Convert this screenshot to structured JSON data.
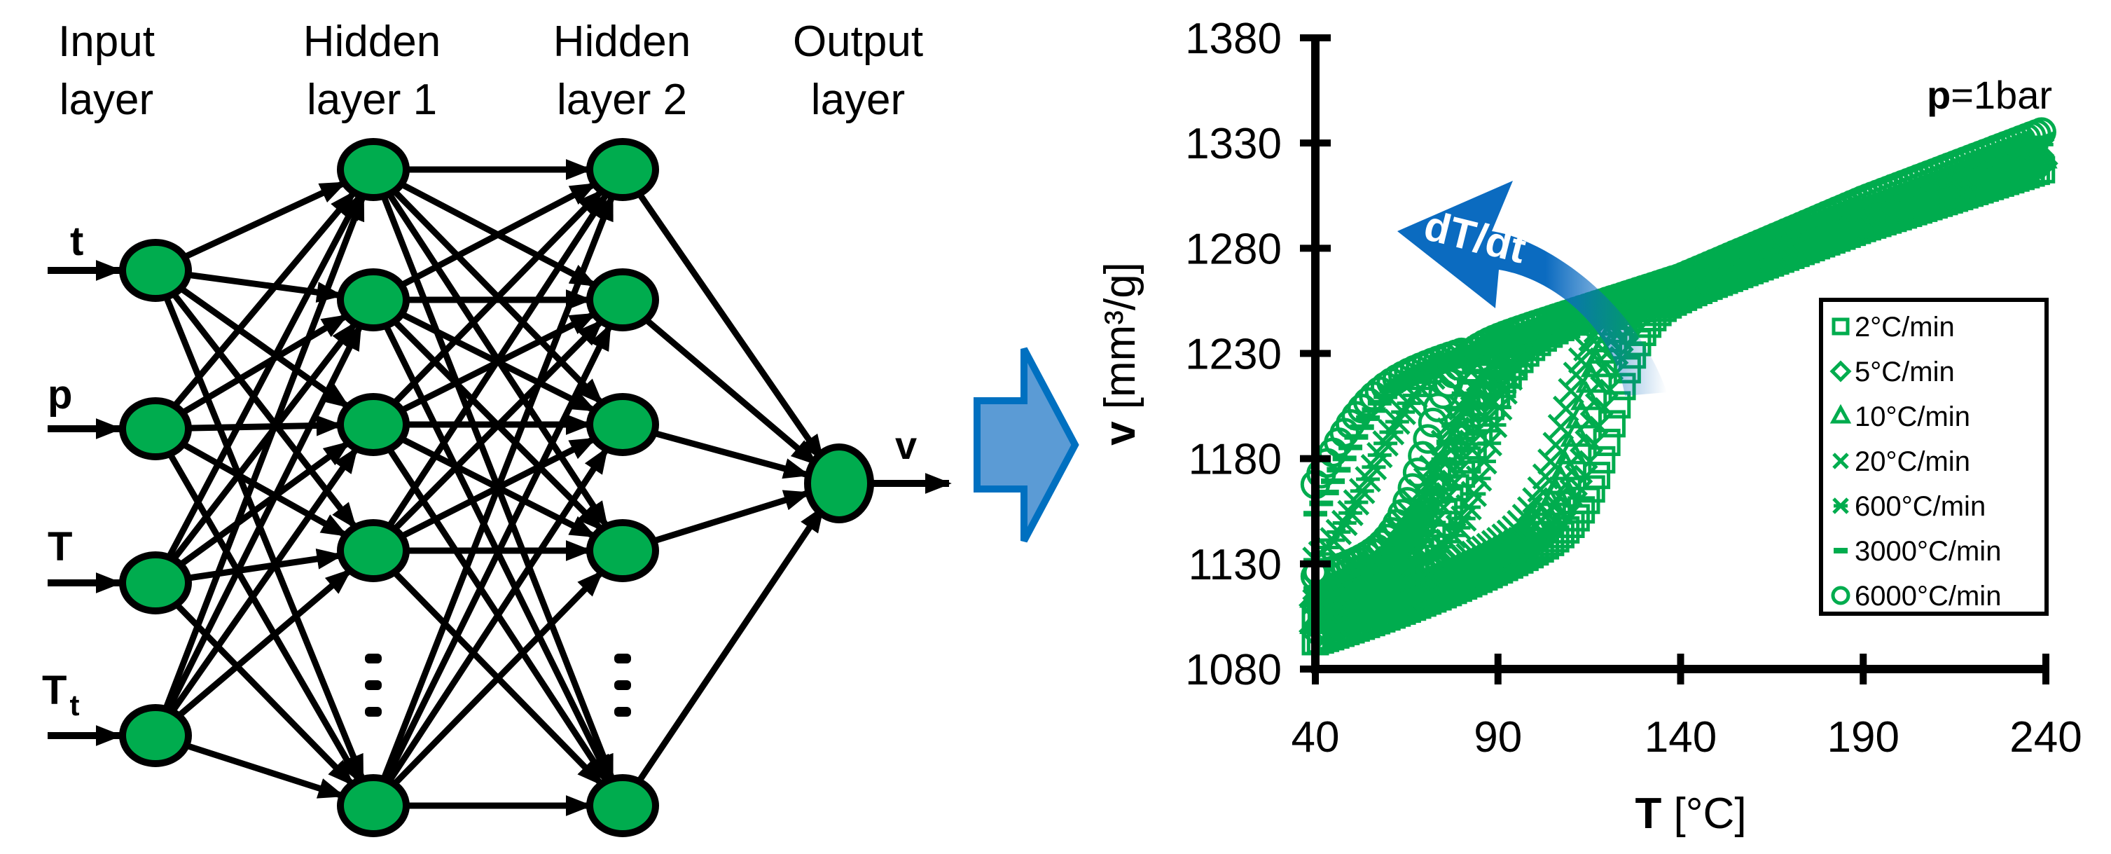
{
  "network": {
    "layer_titles": [
      {
        "line1": "Input",
        "line2": "layer"
      },
      {
        "line1": "Hidden",
        "line2": "layer 1"
      },
      {
        "line1": "Hidden",
        "line2": "layer 2"
      },
      {
        "line1": "Output",
        "line2": "layer"
      }
    ],
    "inputs": [
      {
        "label": "t",
        "subscript": ""
      },
      {
        "label": "p",
        "subscript": ""
      },
      {
        "label": "T",
        "subscript": ""
      },
      {
        "label": "T",
        "subscript": "t"
      }
    ],
    "hidden_layer_visible_nodes": 5,
    "hidden_layer_ellipsis": "⋮",
    "output": {
      "label": "v"
    },
    "node_color": "#00AC4E",
    "edge_color": "#000000"
  },
  "transition_arrow": {
    "icon": "block-right-arrow-icon",
    "fill": "#5B9BD5",
    "stroke": "#0070C0"
  },
  "chart_data": {
    "type": "scatter",
    "title": "",
    "annotation": {
      "bold": "p",
      "rest": "=1bar"
    },
    "rate_arrow_label": "dT/dt",
    "rate_arrow_color": "#0B6BC0",
    "xlabel": {
      "bold": "T",
      "rest": " [°C]"
    },
    "ylabel": {
      "bold": "v",
      "rest": " [mm³/g]"
    },
    "xlim": [
      40,
      240
    ],
    "ylim": [
      1080,
      1380
    ],
    "xticks": [
      40,
      90,
      140,
      190,
      240
    ],
    "yticks": [
      1080,
      1130,
      1180,
      1230,
      1280,
      1330,
      1380
    ],
    "grid": false,
    "legend_position": "right",
    "series_color": "#00AC4E",
    "series": [
      {
        "name": "2°C/min",
        "marker": "square",
        "glass_transition_T": 122,
        "v_start": 1093,
        "v_end": 1318
      },
      {
        "name": "5°C/min",
        "marker": "diamond",
        "glass_transition_T": 117,
        "v_start": 1098,
        "v_end": 1321
      },
      {
        "name": "10°C/min",
        "marker": "triangle",
        "glass_transition_T": 113,
        "v_start": 1102,
        "v_end": 1324
      },
      {
        "name": "20°C/min",
        "marker": "x",
        "glass_transition_T": 108,
        "v_start": 1106,
        "v_end": 1327
      },
      {
        "name": "600°C/min",
        "marker": "asterisk",
        "glass_transition_T": 88,
        "v_start": 1112,
        "v_end": 1330
      },
      {
        "name": "3000°C/min",
        "marker": "dash",
        "glass_transition_T": 76,
        "v_start": 1118,
        "v_end": 1333
      },
      {
        "name": "6000°C/min",
        "marker": "circle",
        "glass_transition_T": 70,
        "v_start": 1124,
        "v_end": 1336
      }
    ],
    "curve_shape": "sigmoidal transition from glassy (low slope) to melt (high slope); lower rates transition at higher T",
    "glass_slope_per_C": 0.55,
    "melt_line": {
      "T": [
        90,
        140,
        190,
        240
      ],
      "v": [
        1236,
        1262,
        1297,
        1328
      ]
    }
  }
}
